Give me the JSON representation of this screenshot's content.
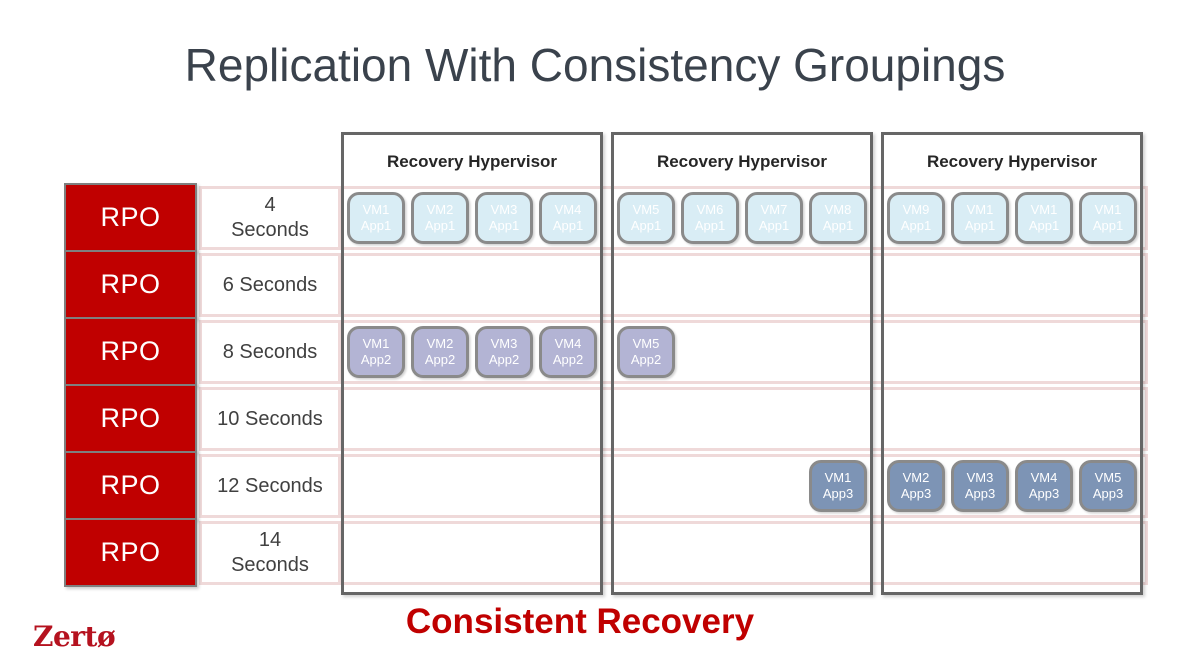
{
  "title": "Replication With Consistency Groupings",
  "caption": "Consistent Recovery",
  "logo_text": "Zertø",
  "colors": {
    "rpo_red": "#C00000",
    "caption_red": "#C00000",
    "logo_red": "#B5121F",
    "app1_fill": "#D9EDF5",
    "app2_fill": "#B3B4D4",
    "app3_fill": "#7D94B5",
    "vm_border": "#8A8A8A",
    "pink": "#EFD9D9",
    "hyp_border": "#666666",
    "title_color": "#3A424C",
    "time_text": "#404040",
    "header_text": "#262626"
  },
  "columns": [
    {
      "label": "Recovery Hypervisor"
    },
    {
      "label": "Recovery Hypervisor"
    },
    {
      "label": "Recovery Hypervisor"
    }
  ],
  "rows": [
    {
      "rpo_label": "RPO",
      "time_lines": [
        "4",
        "Seconds"
      ]
    },
    {
      "rpo_label": "RPO",
      "time_lines": [
        "6 Seconds"
      ]
    },
    {
      "rpo_label": "RPO",
      "time_lines": [
        "8 Seconds"
      ]
    },
    {
      "rpo_label": "RPO",
      "time_lines": [
        "10 Seconds"
      ]
    },
    {
      "rpo_label": "RPO",
      "time_lines": [
        "12 Seconds"
      ]
    },
    {
      "rpo_label": "RPO",
      "time_lines": [
        "14",
        "Seconds"
      ]
    }
  ],
  "vm_boxes": [
    {
      "row": 0,
      "col": 0,
      "slot": 0,
      "vm": "VM1",
      "app": "App1",
      "type": "app1"
    },
    {
      "row": 0,
      "col": 0,
      "slot": 1,
      "vm": "VM2",
      "app": "App1",
      "type": "app1"
    },
    {
      "row": 0,
      "col": 0,
      "slot": 2,
      "vm": "VM3",
      "app": "App1",
      "type": "app1"
    },
    {
      "row": 0,
      "col": 0,
      "slot": 3,
      "vm": "VM4",
      "app": "App1",
      "type": "app1"
    },
    {
      "row": 0,
      "col": 1,
      "slot": 0,
      "vm": "VM5",
      "app": "App1",
      "type": "app1"
    },
    {
      "row": 0,
      "col": 1,
      "slot": 1,
      "vm": "VM6",
      "app": "App1",
      "type": "app1"
    },
    {
      "row": 0,
      "col": 1,
      "slot": 2,
      "vm": "VM7",
      "app": "App1",
      "type": "app1"
    },
    {
      "row": 0,
      "col": 1,
      "slot": 3,
      "vm": "VM8",
      "app": "App1",
      "type": "app1"
    },
    {
      "row": 0,
      "col": 2,
      "slot": 0,
      "vm": "VM9",
      "app": "App1",
      "type": "app1"
    },
    {
      "row": 0,
      "col": 2,
      "slot": 1,
      "vm": "VM1",
      "app": "App1",
      "type": "app1"
    },
    {
      "row": 0,
      "col": 2,
      "slot": 2,
      "vm": "VM1",
      "app": "App1",
      "type": "app1"
    },
    {
      "row": 0,
      "col": 2,
      "slot": 3,
      "vm": "VM1",
      "app": "App1",
      "type": "app1"
    },
    {
      "row": 2,
      "col": 0,
      "slot": 0,
      "vm": "VM1",
      "app": "App2",
      "type": "app2"
    },
    {
      "row": 2,
      "col": 0,
      "slot": 1,
      "vm": "VM2",
      "app": "App2",
      "type": "app2"
    },
    {
      "row": 2,
      "col": 0,
      "slot": 2,
      "vm": "VM3",
      "app": "App2",
      "type": "app2"
    },
    {
      "row": 2,
      "col": 0,
      "slot": 3,
      "vm": "VM4",
      "app": "App2",
      "type": "app2"
    },
    {
      "row": 2,
      "col": 1,
      "slot": 0,
      "vm": "VM5",
      "app": "App2",
      "type": "app2"
    },
    {
      "row": 4,
      "col": 1,
      "slot": 3,
      "vm": "VM1",
      "app": "App3",
      "type": "app3"
    },
    {
      "row": 4,
      "col": 2,
      "slot": 0,
      "vm": "VM2",
      "app": "App3",
      "type": "app3"
    },
    {
      "row": 4,
      "col": 2,
      "slot": 1,
      "vm": "VM3",
      "app": "App3",
      "type": "app3"
    },
    {
      "row": 4,
      "col": 2,
      "slot": 2,
      "vm": "VM4",
      "app": "App3",
      "type": "app3"
    },
    {
      "row": 4,
      "col": 2,
      "slot": 3,
      "vm": "VM5",
      "app": "App3",
      "type": "app3"
    }
  ]
}
